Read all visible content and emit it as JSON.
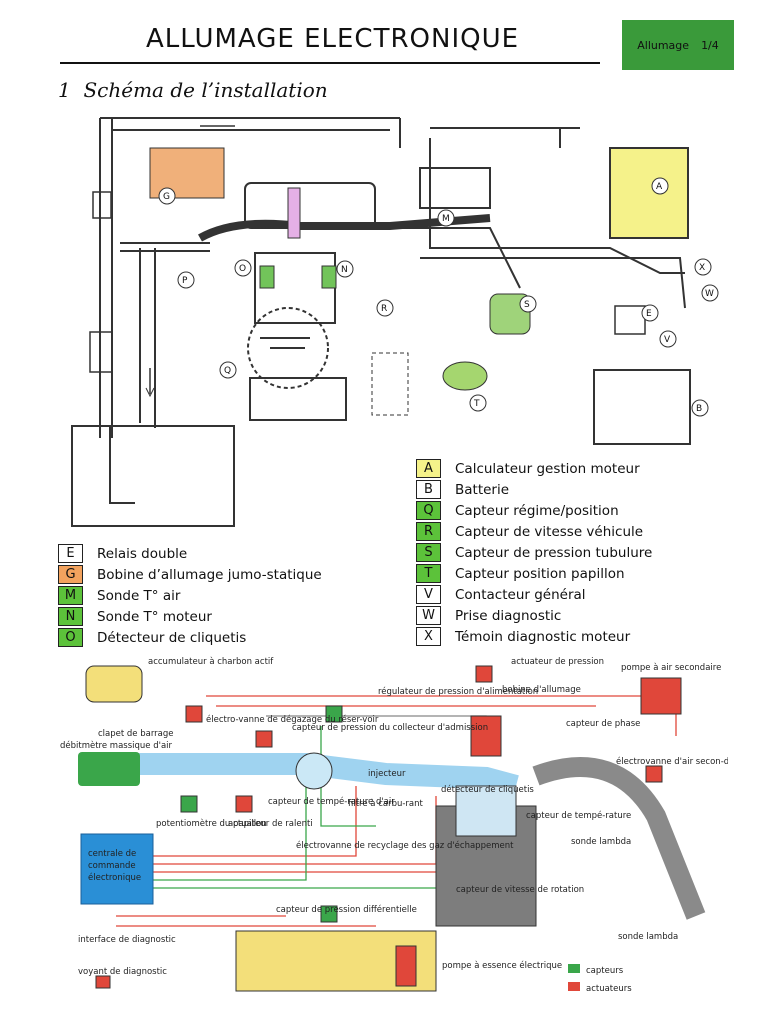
{
  "header": {
    "title": "ALLUMAGE ELECTRONIQUE",
    "tag_label": "Allumage",
    "tag_page": "1/4"
  },
  "section": {
    "number": "1",
    "title": "Schéma de l’installation"
  },
  "diagram1": {
    "markers": [
      "A",
      "B",
      "E",
      "G",
      "M",
      "N",
      "O",
      "P",
      "Q",
      "R",
      "S",
      "T",
      "V",
      "W",
      "X"
    ]
  },
  "legend_right": [
    {
      "code": "A",
      "label": "Calculateur gestion moteur",
      "color": "#f5f28a"
    },
    {
      "code": "B",
      "label": "Batterie",
      "color": "#ffffff"
    },
    {
      "code": "Q",
      "label": "Capteur régime/position",
      "color": "#5cc23a"
    },
    {
      "code": "R",
      "label": "Capteur de vitesse véhicule",
      "color": "#5cc23a"
    },
    {
      "code": "S",
      "label": "Capteur de pression tubulure",
      "color": "#5cc23a"
    },
    {
      "code": "T",
      "label": "Capteur position papillon",
      "color": "#5cc23a"
    },
    {
      "code": "V",
      "label": "Contacteur général",
      "color": "#ffffff"
    },
    {
      "code": "W",
      "label": "Prise diagnostic",
      "color": "#ffffff"
    },
    {
      "code": "X",
      "label": "Témoin diagnostic moteur",
      "color": "#ffffff"
    }
  ],
  "legend_left": [
    {
      "code": "E",
      "label": "Relais double",
      "color": "#ffffff"
    },
    {
      "code": "G",
      "label": "Bobine d’allumage jumo-statique",
      "color": "#f3a35e"
    },
    {
      "code": "M",
      "label": "Sonde T° air",
      "color": "#5cc23a"
    },
    {
      "code": "N",
      "label": "Sonde T° moteur",
      "color": "#5cc23a"
    },
    {
      "code": "O",
      "label": "Détecteur de cliquetis",
      "color": "#5cc23a"
    }
  ],
  "diagram2": {
    "labels": {
      "accumulateur": "accumulateur à charbon actif",
      "actuateur_pression": "actuateur de pression",
      "pompe_air": "pompe à air secondaire",
      "electrovanne_degazage": "électro-vanne de dégazage du réser-voir",
      "clapet_barrage": "clapet de barrage",
      "debitmetre": "débitmètre massique d'air",
      "capteur_collecteur": "capteur de pression du collecteur d'admission",
      "regulateur": "régulateur de pression d'alimentation",
      "bobine": "bobine d'allumage",
      "capteur_phase": "capteur de phase",
      "electrovanne_air": "électrovanne d'air secon-daire",
      "injecteur": "injecteur",
      "detecteur_cliquetis": "détecteur de cliquetis",
      "potentiometre": "potentiomètre du papillon",
      "actuateur_ralenti": "actuateur de ralenti",
      "capteur_temp_air": "capteur de tempé-rature d'air",
      "filtre": "filtre à carbu-rant",
      "electrovanne_recyclage": "électrovanne de recyclage des gaz d'échappement",
      "capteur_temperature": "capteur de tempé-rature",
      "sonde_lambda1": "sonde lambda",
      "centrale": "centrale de commande électronique",
      "capteur_vitesse": "capteur de vitesse de rotation",
      "interface": "interface de diagnostic",
      "capteur_differentielle": "capteur de pression différentielle",
      "sonde_lambda2": "sonde lambda",
      "voyant": "voyant de diagnostic",
      "pompe_essence": "pompe à essence électrique",
      "legend_capteurs": "capteurs",
      "legend_actuateurs": "actuateurs"
    },
    "colors": {
      "capteurs": "#3aa64a",
      "actuateurs": "#e0473a",
      "centrale": "#2a8fd6",
      "fuel": "#f3df7a",
      "air": "#9fd3f0"
    }
  }
}
